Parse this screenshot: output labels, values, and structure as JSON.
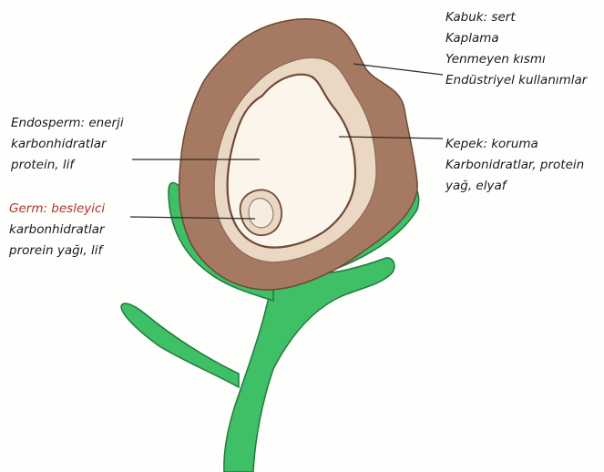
{
  "labels": {
    "kabuk": [
      "Kabuk: sert",
      "Kaplama",
      "Yenmeyen kısmı",
      "Endüstriyel kullanımlar"
    ],
    "kepek": [
      "Kepek: koruma",
      "Karbonidratlar, protein",
      "yağ, elyaf"
    ],
    "endosperm": [
      "Endosperm: enerji",
      "karbonhidratlar",
      "protein, lif"
    ],
    "germ": [
      "Germ: besleyici",
      "karbonhidratlar",
      "prorein yağı, lif"
    ]
  },
  "colors": {
    "husk": "#a67a62",
    "husk_edge": "#6e4a36",
    "bran": "#ead8c4",
    "endosperm": "#fbf5ec",
    "stem": "#3fbf66",
    "stem_edge": "#1f7a3c",
    "leader_line": "#2a2a2a",
    "germ_label_accent": "#b0322a"
  }
}
